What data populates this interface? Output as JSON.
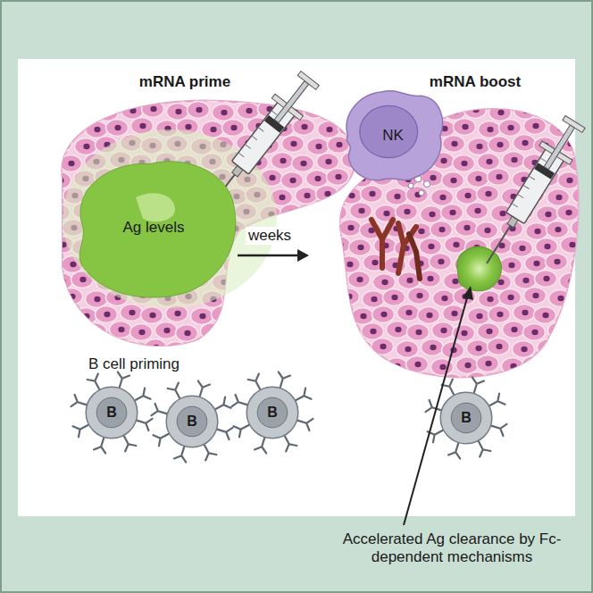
{
  "diagram": {
    "nodes": [
      {
        "text": [
          "Ag levels"
        ]
      },
      {
        "text": [
          "NK"
        ]
      },
      {
        "text": [
          "B"
        ]
      },
      {
        "text": [
          "B"
        ]
      },
      {
        "text": [
          "B"
        ]
      },
      {
        "text": [
          "B"
        ]
      }
    ],
    "labels": [
      "mRNA prime",
      "mRNA boost",
      "weeks",
      "B cell priming",
      "Accelerated Ag clearance by Fc-dependent mechanisms"
    ]
  }
}
